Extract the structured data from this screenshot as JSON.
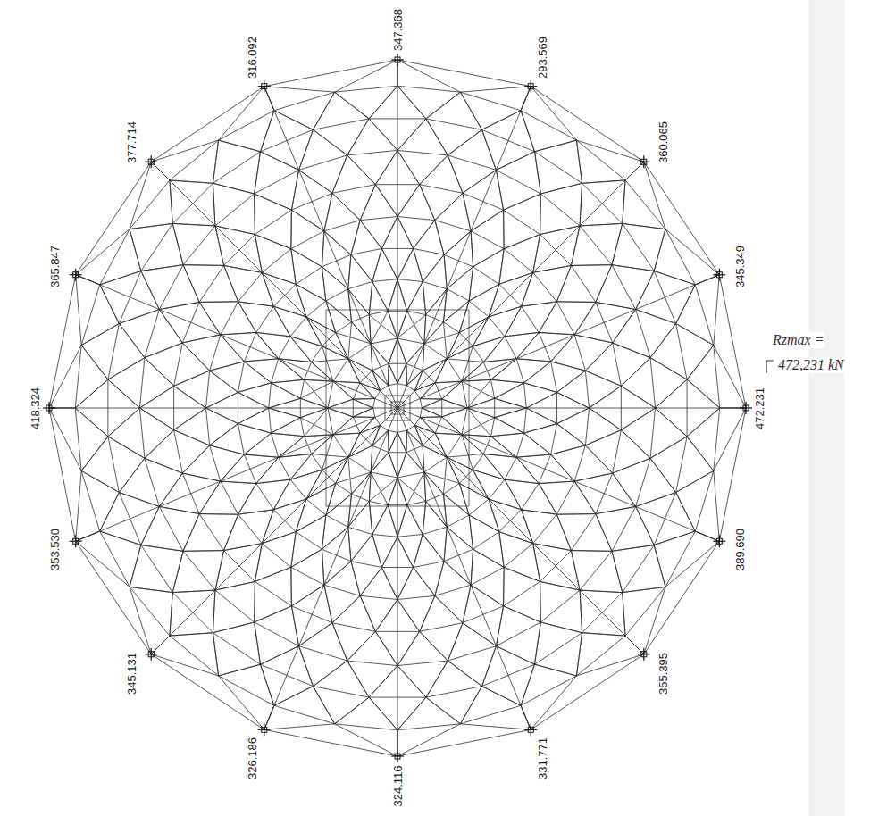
{
  "diagram": {
    "labels": [
      "347.368",
      "293.569",
      "360.065",
      "345.349",
      "472.231",
      "389.690",
      "355.395",
      "331.771",
      "324.116",
      "326.186",
      "345.131",
      "353.530",
      "418.324",
      "365.847",
      "377.714",
      "316.092",
      "Rzmax =",
      "472,231 kN"
    ]
  }
}
